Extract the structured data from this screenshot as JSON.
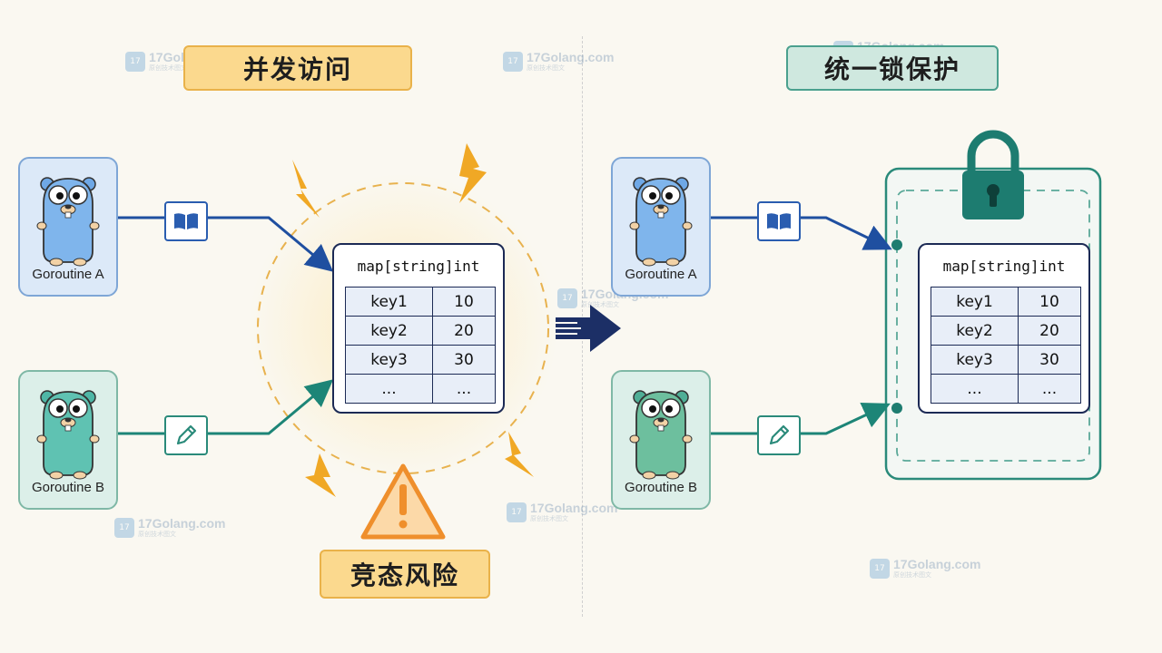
{
  "titles": {
    "left": "并发访问",
    "right": "统一锁保护",
    "risk": "竞态风险"
  },
  "goroutines": {
    "a": "Goroutine A",
    "b": "Goroutine B"
  },
  "map": {
    "title": "map[string]int",
    "rows": [
      {
        "key": "key1",
        "value": "10"
      },
      {
        "key": "key2",
        "value": "20"
      },
      {
        "key": "key3",
        "value": "30"
      },
      {
        "key": "...",
        "value": "..."
      }
    ]
  },
  "watermark": {
    "brand": "17Golang.com",
    "sub": "原创技术图文",
    "logo": "17"
  },
  "icons": {
    "read": "book-icon",
    "write": "pencil-icon",
    "danger": "warning-icon",
    "lock": "padlock-icon",
    "arrow": "transition-arrow-icon"
  },
  "colors": {
    "read_line": "#1f4fa0",
    "write_line": "#1d8577",
    "hazard": "#f0a825",
    "lock": "#1d7c70"
  }
}
